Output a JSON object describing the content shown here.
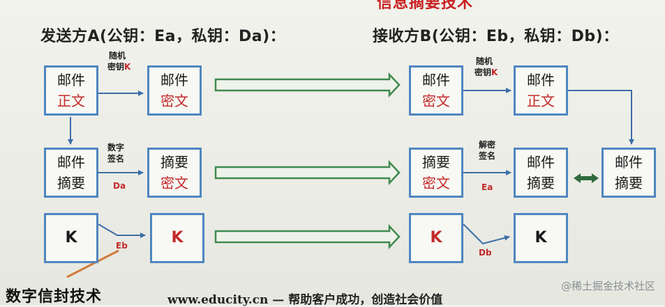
{
  "title": "信息摘要技术",
  "sender": "发送方A(公钥：Ea，私钥：Da)：",
  "receiver": "接收方B(公钥：Eb，私钥：Db)：",
  "boxes": {
    "a_mail_plain": {
      "line1": "邮件",
      "line2": "正文"
    },
    "a_mail_cipher": {
      "line1": "邮件",
      "line2": "密文"
    },
    "a_mail_digest": {
      "line1": "邮件",
      "line2": "摘要"
    },
    "a_digest_cipher": {
      "line1": "摘要",
      "line2": "密文"
    },
    "a_key": "K",
    "a_key_enc": "K",
    "b_mail_cipher": {
      "line1": "邮件",
      "line2": "密文"
    },
    "b_mail_plain": {
      "line1": "邮件",
      "line2": "正文"
    },
    "b_digest_cipher": {
      "line1": "摘要",
      "line2": "密文"
    },
    "b_mail_digest": {
      "line1": "邮件",
      "line2": "摘要"
    },
    "b_mail_digest_2": {
      "line1": "邮件",
      "line2": "摘要"
    },
    "b_key_enc": "K",
    "b_key": "K"
  },
  "labels": {
    "random_key_a": {
      "line1": "随机",
      "line2": "密钥",
      "key": "K"
    },
    "random_key_b": {
      "line1": "随机",
      "line2": "密钥",
      "key": "K"
    },
    "sign": {
      "line1": "数字",
      "line2": "签名",
      "key": "Da"
    },
    "verify": {
      "line1": "解密",
      "line2": "签名",
      "key": "Ea"
    },
    "eb": "Eb",
    "db": "Db"
  },
  "envelope": "数字信封技术",
  "footer": "www.educity.cn — 帮助客户成功，创造社会价值",
  "watermark": "@稀土掘金技术社区",
  "colors": {
    "box_border": "#4f86c0",
    "accent_red": "#c22a2a",
    "arrow_green": "#3f8a4f",
    "arrow_fill": "#eef3ea"
  }
}
